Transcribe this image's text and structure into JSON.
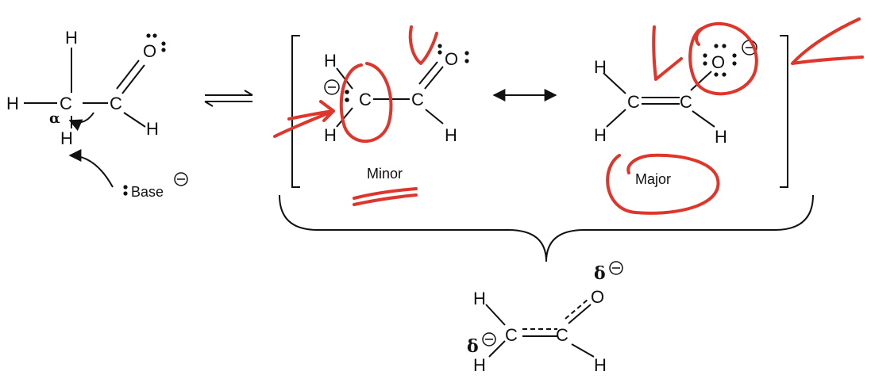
{
  "atoms": {
    "H": "H",
    "C": "C",
    "O": "O"
  },
  "labels": {
    "alpha": "α",
    "base": "Base",
    "minor": "Minor",
    "major": "Major",
    "delta": "δ"
  },
  "colors": {
    "ink": "#e0352b",
    "text": "#111111"
  }
}
